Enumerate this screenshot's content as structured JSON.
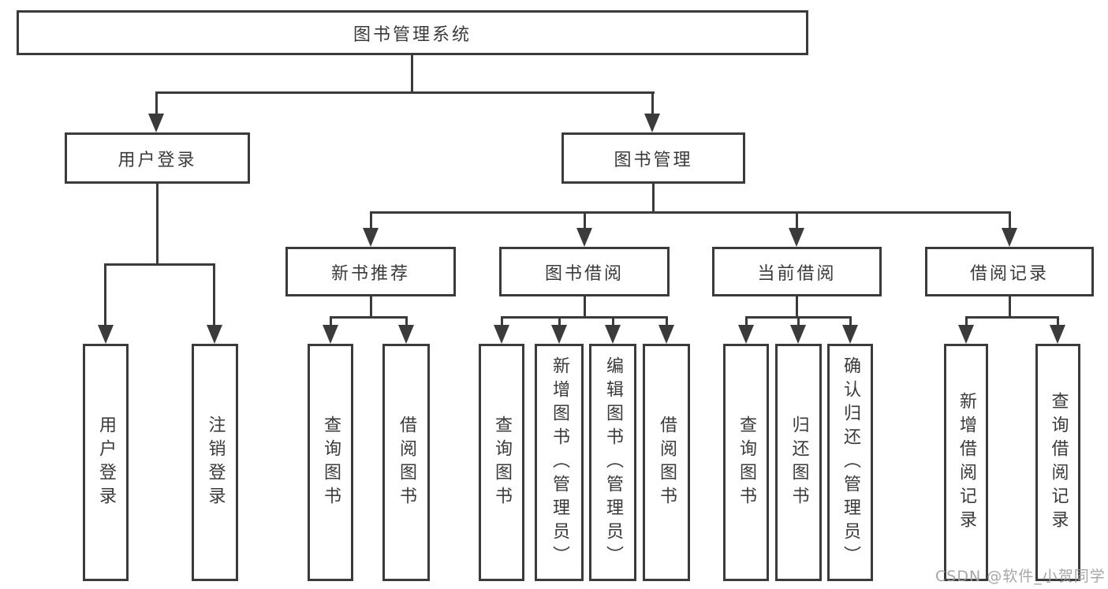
{
  "diagram": {
    "title_node": {
      "label": "图书管理系统"
    },
    "level2": [
      {
        "label": "用户登录"
      },
      {
        "label": "图书管理"
      }
    ],
    "level3": [
      {
        "label": "新书推荐",
        "parent": "图书管理"
      },
      {
        "label": "图书借阅",
        "parent": "图书管理"
      },
      {
        "label": "当前借阅",
        "parent": "图书管理"
      },
      {
        "label": "借阅记录",
        "parent": "图书管理"
      }
    ],
    "leaves": [
      {
        "label": "用户登录",
        "parent": "用户登录"
      },
      {
        "label": "注销登录",
        "parent": "用户登录"
      },
      {
        "label": "查询图书",
        "parent": "新书推荐"
      },
      {
        "label": "借阅图书",
        "parent": "新书推荐"
      },
      {
        "label": "查询图书",
        "parent": "图书借阅"
      },
      {
        "label": "新增图书（管理员）",
        "parent": "图书借阅"
      },
      {
        "label": "编辑图书（管理员）",
        "parent": "图书借阅"
      },
      {
        "label": "借阅图书",
        "parent": "图书借阅"
      },
      {
        "label": "查询图书",
        "parent": "当前借阅"
      },
      {
        "label": "归还图书",
        "parent": "当前借阅"
      },
      {
        "label": "确认归还（管理员）",
        "parent": "当前借阅"
      },
      {
        "label": "新增借阅记录",
        "parent": "借阅记录"
      },
      {
        "label": "查询借阅记录",
        "parent": "借阅记录"
      }
    ]
  },
  "watermark": {
    "text": "CSDN @软件_小贺同学"
  },
  "colors": {
    "line": "#3b3b3b",
    "text": "#3a3a3a",
    "background": "#ffffff",
    "watermark": "#9e9e9e"
  }
}
